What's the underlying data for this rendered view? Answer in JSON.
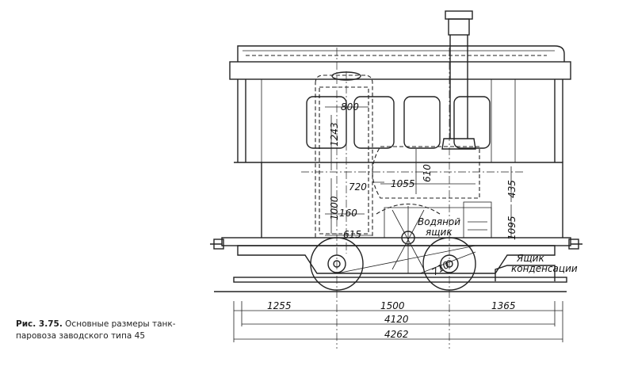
{
  "caption": {
    "figure_number": "Рис. 3.75.",
    "line1": "Основные размеры танк-",
    "line2": "паровоза заводского типа 45"
  },
  "labels": {
    "water_tank_1": "Водяной",
    "water_tank_2": "ящик",
    "condensation_1": "Ящик",
    "condensation_2": "конденсации"
  },
  "dimensions": {
    "firebox_width": "800",
    "firebox_height": "1243",
    "boiler_height": "610",
    "boiler_length": "1055",
    "d720": "720",
    "d1000": "1000",
    "d160": "160",
    "d615": "615",
    "d435": "435",
    "d1095": "1095",
    "d710": "710",
    "front_overhang": "1255",
    "wheelbase": "1500",
    "rear_overhang": "1365",
    "frame_length": "4120",
    "total_length": "4262"
  }
}
